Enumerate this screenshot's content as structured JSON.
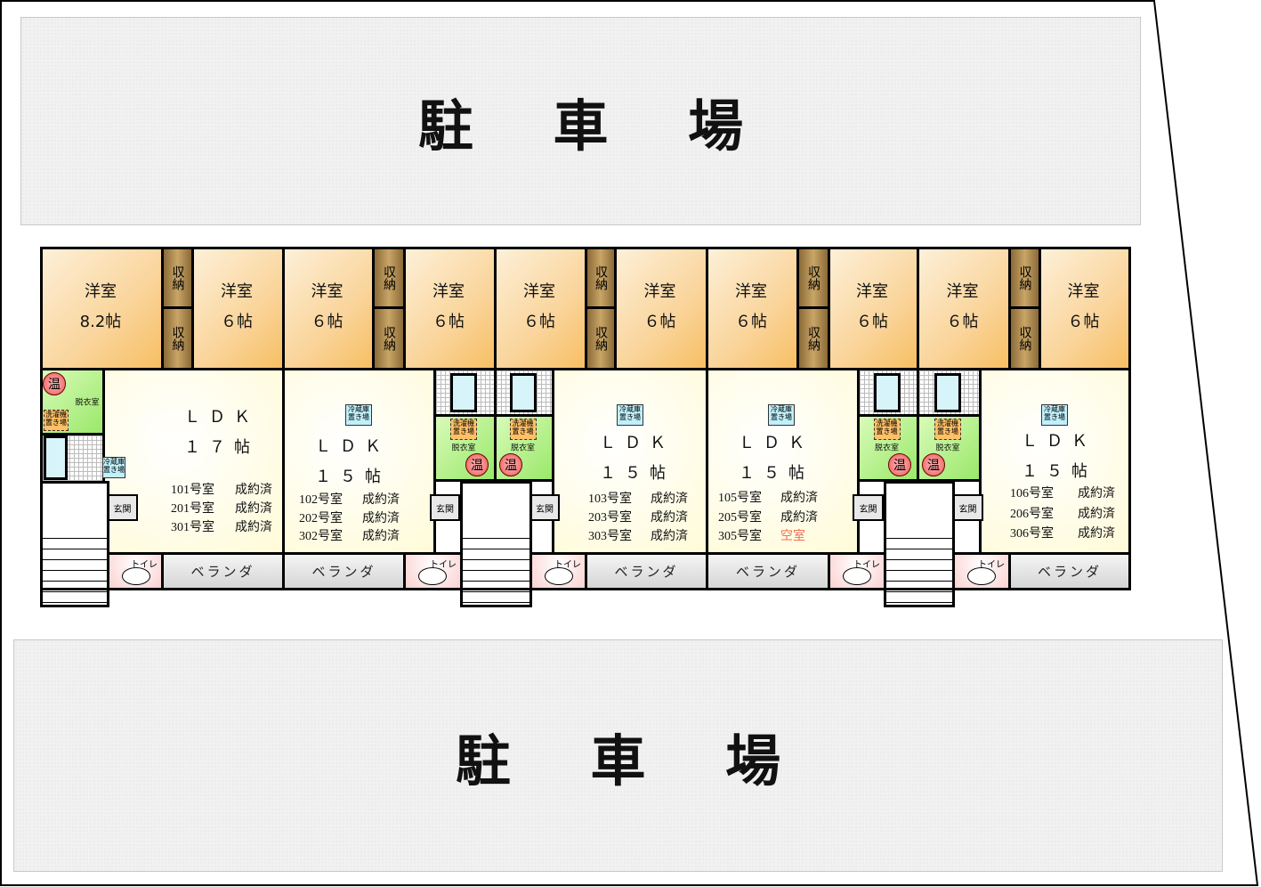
{
  "parking_top": {
    "label": "駐 車 場"
  },
  "parking_bottom": {
    "label": "駐 車 場"
  },
  "common": {
    "closet": "収納",
    "veranda": "ベランダ",
    "toilet": "トイレ",
    "genkan": "玄関",
    "dressing": "脱衣室",
    "washer": "洗濯機置き場",
    "fridge": "冷蔵庫置き場",
    "onsen": "温",
    "ldk": "ＬＤＫ"
  },
  "status_colors": {
    "contracted": "#111111",
    "vacant": "#f07050"
  },
  "units": [
    {
      "bed1": {
        "name": "洋室",
        "size": "8.2帖"
      },
      "bed2": {
        "name": "洋室",
        "size": "６帖"
      },
      "ldk_size": "１７帖",
      "rooms": [
        {
          "no": "101号室",
          "status": "成約済"
        },
        {
          "no": "201号室",
          "status": "成約済"
        },
        {
          "no": "301号室",
          "status": "成約済"
        }
      ]
    },
    {
      "bed1": {
        "name": "洋室",
        "size": "６帖"
      },
      "bed2": {
        "name": "洋室",
        "size": "６帖"
      },
      "ldk_size": "１５帖",
      "rooms": [
        {
          "no": "102号室",
          "status": "成約済"
        },
        {
          "no": "202号室",
          "status": "成約済"
        },
        {
          "no": "302号室",
          "status": "成約済"
        }
      ]
    },
    {
      "bed1": {
        "name": "洋室",
        "size": "６帖"
      },
      "bed2": {
        "name": "洋室",
        "size": "６帖"
      },
      "ldk_size": "１５帖",
      "rooms": [
        {
          "no": "103号室",
          "status": "成約済"
        },
        {
          "no": "203号室",
          "status": "成約済"
        },
        {
          "no": "303号室",
          "status": "成約済"
        }
      ]
    },
    {
      "bed1": {
        "name": "洋室",
        "size": "６帖"
      },
      "bed2": {
        "name": "洋室",
        "size": "６帖"
      },
      "ldk_size": "１５帖",
      "rooms": [
        {
          "no": "105号室",
          "status": "成約済"
        },
        {
          "no": "205号室",
          "status": "成約済"
        },
        {
          "no": "305号室",
          "status": "空室"
        }
      ]
    },
    {
      "bed1": {
        "name": "洋室",
        "size": "６帖"
      },
      "bed2": {
        "name": "洋室",
        "size": "６帖"
      },
      "ldk_size": "１５帖",
      "rooms": [
        {
          "no": "106号室",
          "status": "成約済"
        },
        {
          "no": "206号室",
          "status": "成約済"
        },
        {
          "no": "306号室",
          "status": "成約済"
        }
      ]
    }
  ]
}
